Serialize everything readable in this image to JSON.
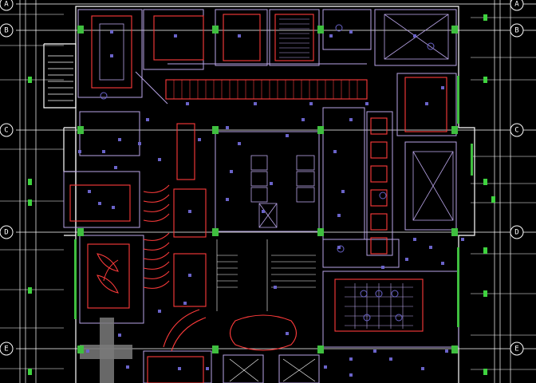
{
  "drawing": {
    "background": "#000000",
    "colors": {
      "axis": "#ffffff",
      "wall": "#ffffff",
      "partition": "#b7a3e6",
      "ceiling": "#ff3b3b",
      "column": "#3fbf3f",
      "marker": "#3fd33f",
      "fixture": "#6a63c9",
      "shade": "#7a7a7a"
    },
    "grid_labels": {
      "rows": [
        "A",
        "B",
        "C",
        "D",
        "E"
      ],
      "cols": []
    }
  }
}
